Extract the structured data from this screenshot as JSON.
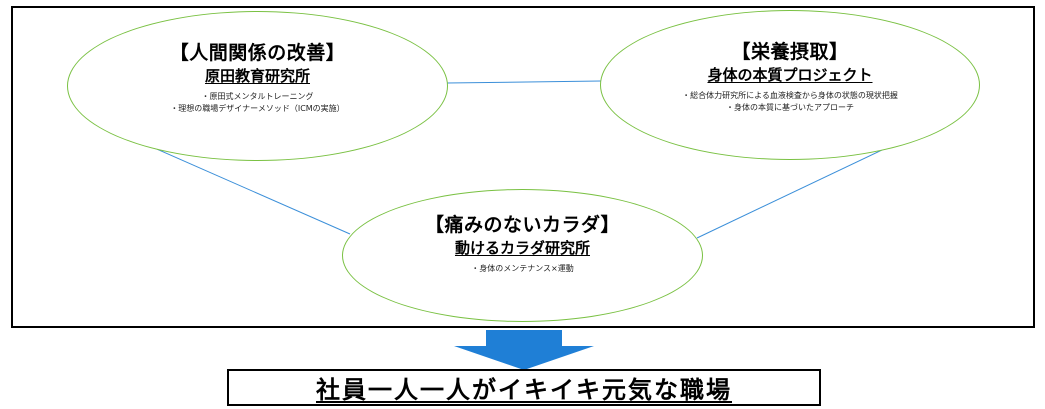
{
  "nodes": [
    {
      "title": "【人間関係の改善】",
      "subtitle": "原田教育研究所",
      "bullets": [
        "・原田式メンタルトレーニング",
        "・理想の職場デザイナーメソッド（ICMの実施）"
      ]
    },
    {
      "title": "【栄養摂取】",
      "subtitle": "身体の本質プロジェクト",
      "bullets": [
        "・総合体力研究所による血液検査から身体の状態の現状把握",
        "・身体の本質に基づいたアプローチ"
      ]
    },
    {
      "title": "【痛みのないカラダ】",
      "subtitle": "動けるカラダ研究所",
      "bullets": [
        "・身体のメンテナンス×運動"
      ]
    }
  ],
  "result": "社員一人一人がイキイキ元気な職場",
  "colors": {
    "ellipse_border": "#7ac143",
    "connector": "#3b8fd9",
    "arrow": "#1f7fd6",
    "frame": "#000000"
  }
}
